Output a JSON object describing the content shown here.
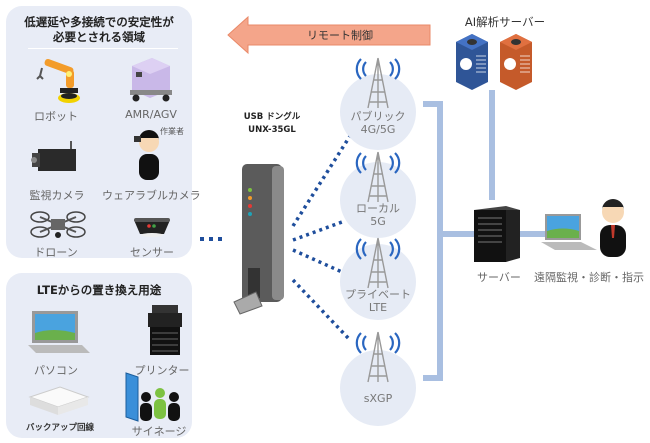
{
  "panels": {
    "low_latency": {
      "title_line1": "低遅延や多接続での安定性が",
      "title_line2": "必要とされる領域",
      "items": [
        {
          "label": "ロボット",
          "icon": "robot-arm-icon"
        },
        {
          "label": "AMR/AGV",
          "icon": "amr-agv-icon"
        },
        {
          "label": "監視カメラ",
          "icon": "surveillance-camera-icon"
        },
        {
          "label": "ウェアラブルカメラ",
          "icon": "wearable-camera-icon",
          "sublabel": "作業者"
        },
        {
          "label": "ドローン",
          "icon": "drone-icon"
        },
        {
          "label": "センサー",
          "icon": "sensor-icon"
        }
      ]
    },
    "lte_replacement": {
      "title": "LTEからの置き換え用途",
      "items": [
        {
          "label": "パソコン",
          "icon": "laptop-icon"
        },
        {
          "label": "プリンター",
          "icon": "printer-icon"
        },
        {
          "label": "バックアップ回線",
          "icon": "backup-line-icon"
        },
        {
          "label": "サイネージ",
          "icon": "signage-icon"
        }
      ]
    }
  },
  "arrow": {
    "label": "リモート制御",
    "color": "#f4a58a"
  },
  "dongle": {
    "line1": "USB ドングル",
    "line2": "UNX-35GL"
  },
  "networks": [
    {
      "line1": "パブリック",
      "line2": "4G/5G"
    },
    {
      "line1": "ローカル",
      "line2": "5G"
    },
    {
      "line1": "プライベート",
      "line2": "LTE"
    },
    {
      "line1": "sXGP",
      "line2": ""
    }
  ],
  "ai_server": {
    "label": "AI解析サーバー"
  },
  "server": {
    "label": "サーバー"
  },
  "remote": {
    "label": "遠隔監視・診断・指示"
  },
  "colors": {
    "panel_bg": "#e8ecf6",
    "connector": "#a9bfe1",
    "dots": "#1f4e9c",
    "ai_blue": "#2f5597",
    "ai_orange": "#c55a2a"
  }
}
